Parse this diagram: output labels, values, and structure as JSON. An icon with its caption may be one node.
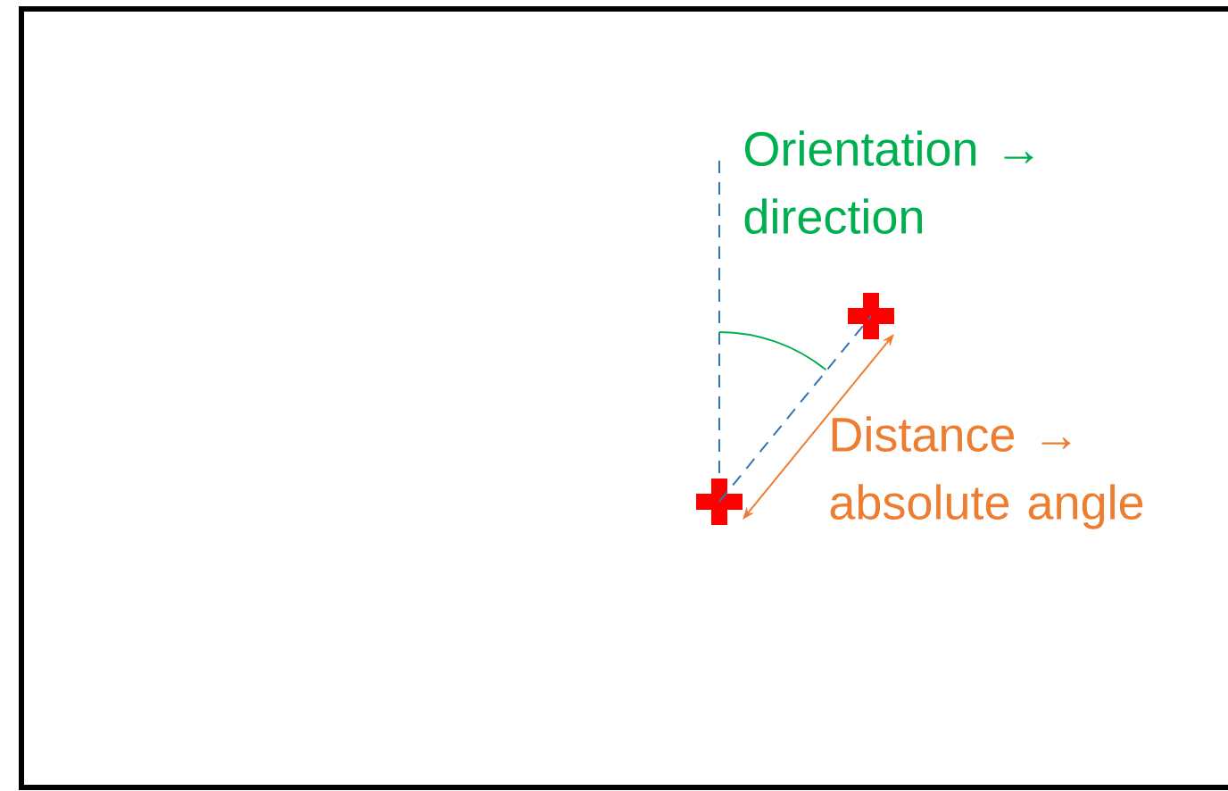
{
  "diagram": {
    "nodes": [
      {
        "text": [],
        "shape": "cross"
      },
      {
        "text": [],
        "shape": "cross"
      }
    ],
    "edges": [
      {
        "from": 0,
        "to": 1,
        "arrow": "none",
        "style": "dashed"
      },
      {
        "from": 0,
        "to": 1,
        "arrow": "both",
        "color": "#ed7d31"
      }
    ],
    "labels": [
      "Orientation → direction",
      "Distance → absolute angle"
    ]
  }
}
